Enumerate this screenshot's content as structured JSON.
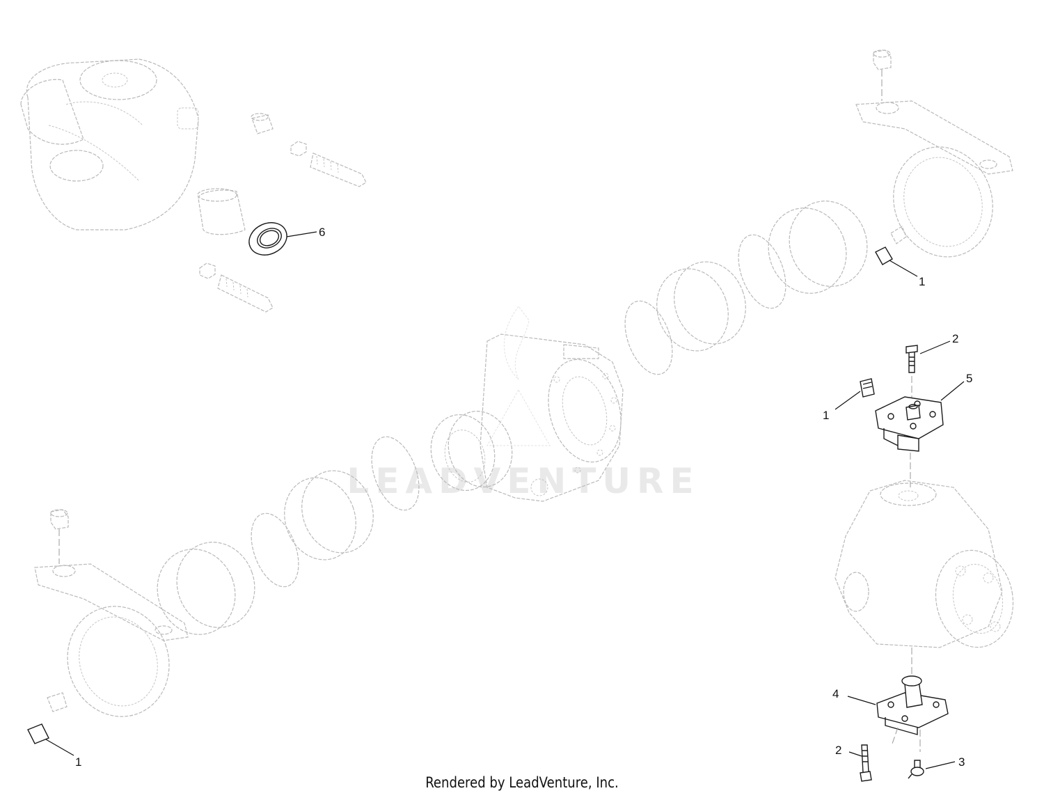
{
  "diagram": {
    "watermark_text": "LEADVENTURE",
    "footer_text": "Rendered by LeadVenture, Inc.",
    "callouts": [
      "6",
      "1",
      "2",
      "5",
      "1",
      "4",
      "2",
      "3",
      "1"
    ]
  }
}
